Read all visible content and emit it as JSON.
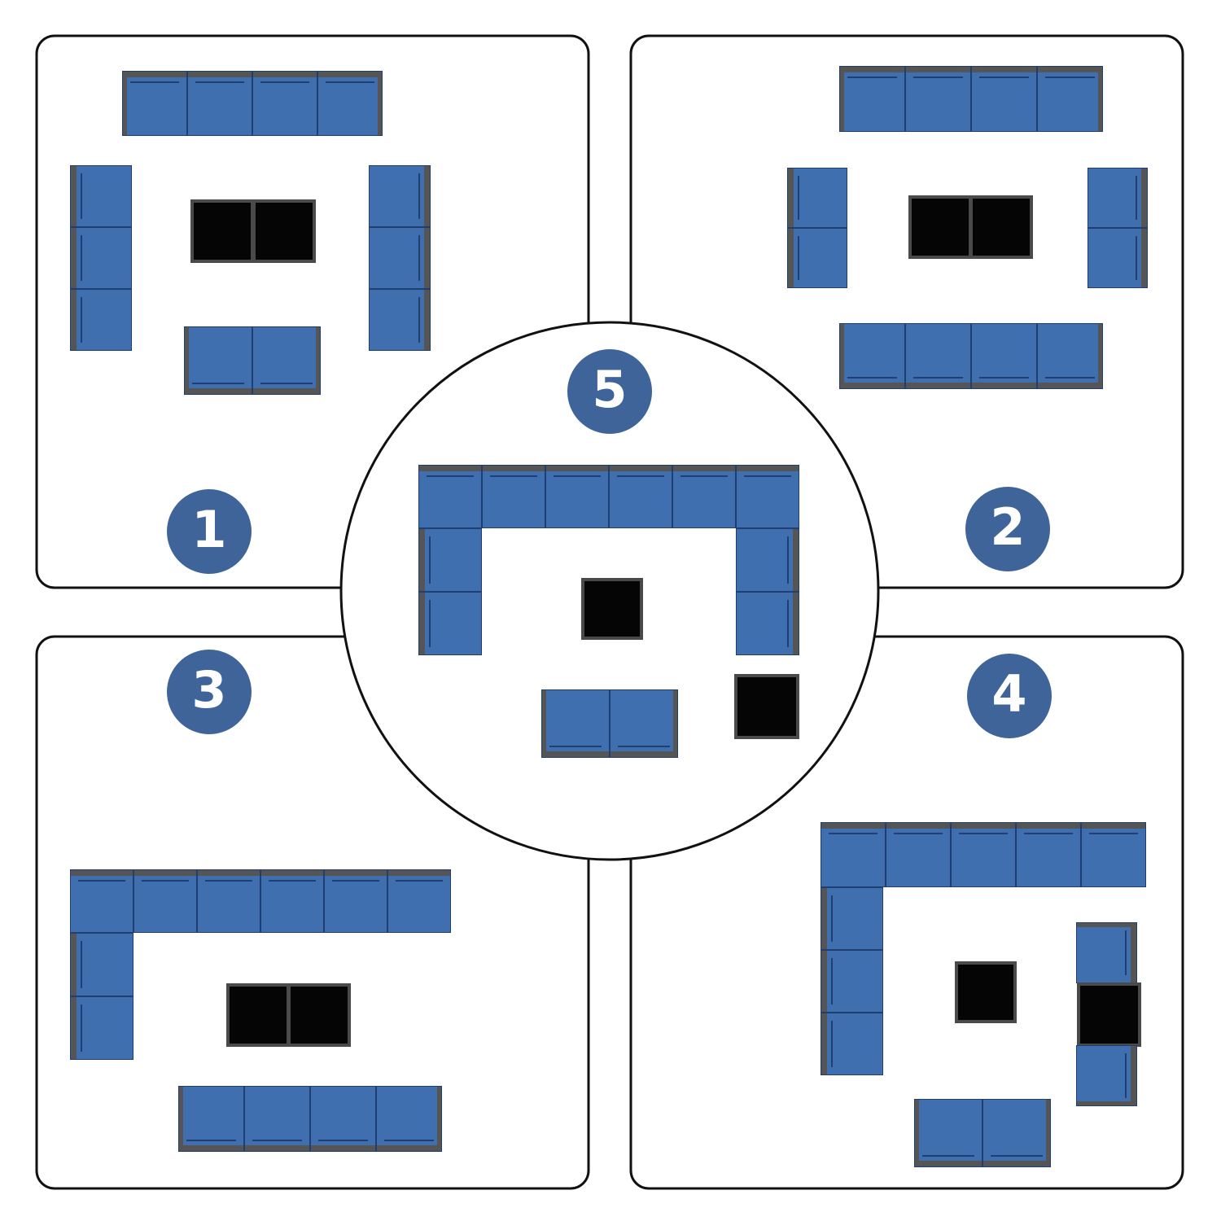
{
  "colors": {
    "background": "#ffffff",
    "panel_border": "#111111",
    "cushion": "#3f6fae",
    "cushion_line": "#1f3f72",
    "frame": "#555555",
    "table": "#050505",
    "table_frame": "#4a4a4a",
    "badge": "#3f6499",
    "badge_text": "#ffffff"
  },
  "layouts": [
    {
      "label": "1"
    },
    {
      "label": "2"
    },
    {
      "label": "3"
    },
    {
      "label": "4"
    },
    {
      "label": "5"
    }
  ]
}
